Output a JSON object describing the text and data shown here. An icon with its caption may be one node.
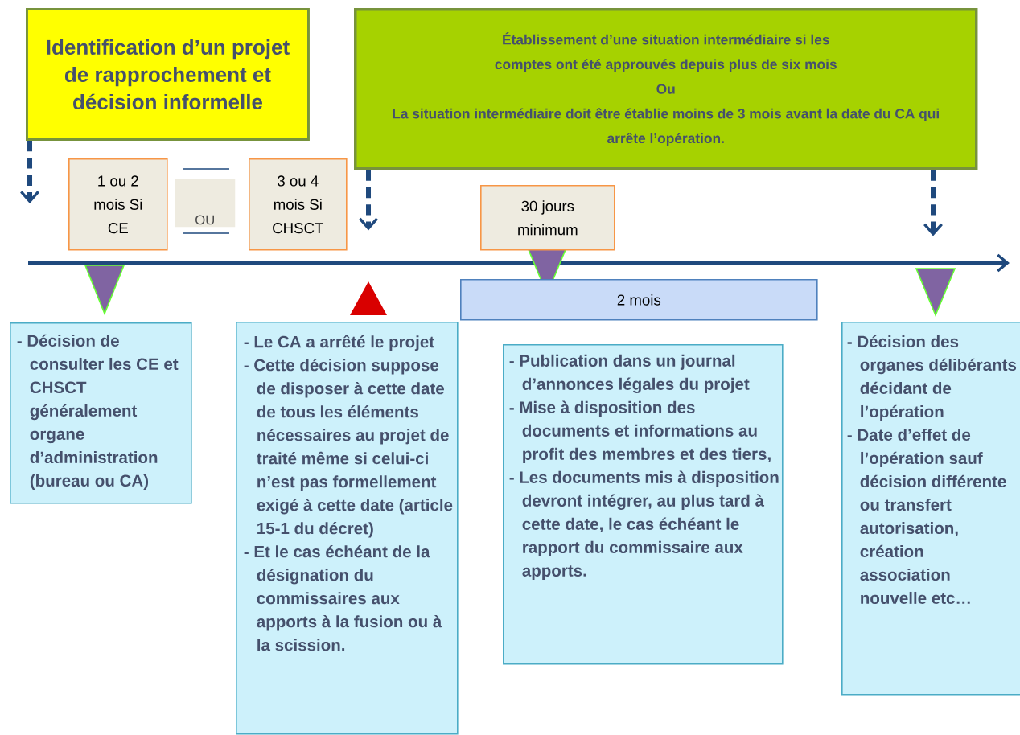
{
  "diagram": {
    "nodes": [
      {
        "text": [
          "Identification d’un projet de rapprochement et décision informelle"
        ]
      },
      {
        "text": [
          "Établissement d’une situation intermédiaire si les comptes ont été approuvés depuis plus de six mois",
          "Ou",
          "La situation intermédiaire doit être établie moins de 3 mois avant la date du CA qui arrête l’opération."
        ]
      },
      {
        "text": [
          "1 ou 2 mois Si CE"
        ]
      },
      {
        "text": [
          "OU"
        ]
      },
      {
        "text": [
          "3 ou 4 mois Si CHSCT"
        ]
      },
      {
        "text": [
          "30 jours minimum"
        ]
      },
      {
        "text": [
          "2 mois"
        ]
      },
      {
        "text": [
          "- Décision de consulter les CE et CHSCT généralement organe d’administration (bureau ou CA)"
        ]
      },
      {
        "text": [
          "- Le CA a arrêté le projet",
          "- Cette décision suppose de disposer à cette date de tous les éléments nécessaires au projet de traité même si celui-ci n’est pas formellement exigé à cette date (article 15-1 du décret)",
          "- Et le cas échéant de la désignation du commissaires aux apports à la fusion ou à la scission."
        ]
      },
      {
        "text": [
          "- Publication dans un journal d’annonces légales du projet",
          "- Mise à disposition des documents et informations au profit des membres et des tiers,",
          "- Les documents mis à disposition devront intégrer, au plus tard à cette date,  le cas échéant le rapport du commissaire aux apports."
        ]
      },
      {
        "text": [
          "- Décision des organes délibérants décidant de l’opération",
          "- Date d’effet de l’opération sauf décision différente ou transfert autorisation, création association nouvelle etc…"
        ]
      }
    ],
    "edges": [
      {
        "from": 0,
        "to": null,
        "arrow": "to",
        "style": "dashed"
      },
      {
        "from": 1,
        "to": null,
        "arrow": "to",
        "style": "dashed"
      },
      {
        "from": 1,
        "to": null,
        "arrow": "to",
        "style": "dashed"
      }
    ]
  }
}
